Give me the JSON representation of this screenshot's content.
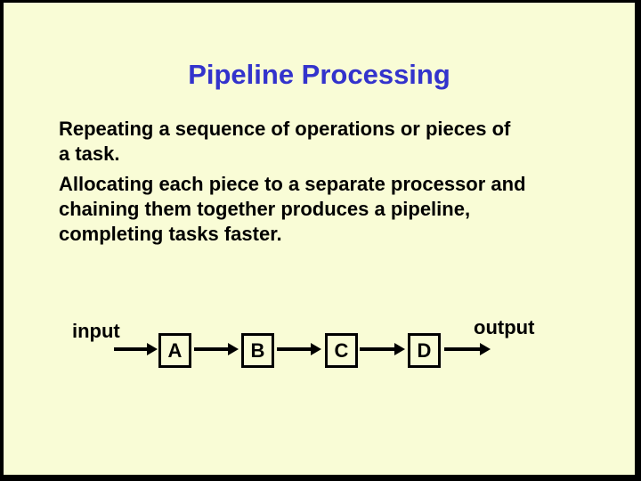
{
  "slide": {
    "title": "Pipeline Processing",
    "paragraphs": [
      {
        "lines": [
          "Repeating a sequence of operations or pieces of",
          "a task."
        ]
      },
      {
        "lines": [
          "Allocating each piece to a separate processor and",
          "chaining them together produces a pipeline,",
          "completing tasks faster."
        ]
      }
    ],
    "diagram": {
      "input_label": "input",
      "output_label": "output",
      "stages": [
        "A",
        "B",
        "C",
        "D"
      ]
    },
    "colors": {
      "background": "#F9FCD6",
      "title": "#3333CC",
      "text": "#000000",
      "frame": "#000000"
    }
  }
}
